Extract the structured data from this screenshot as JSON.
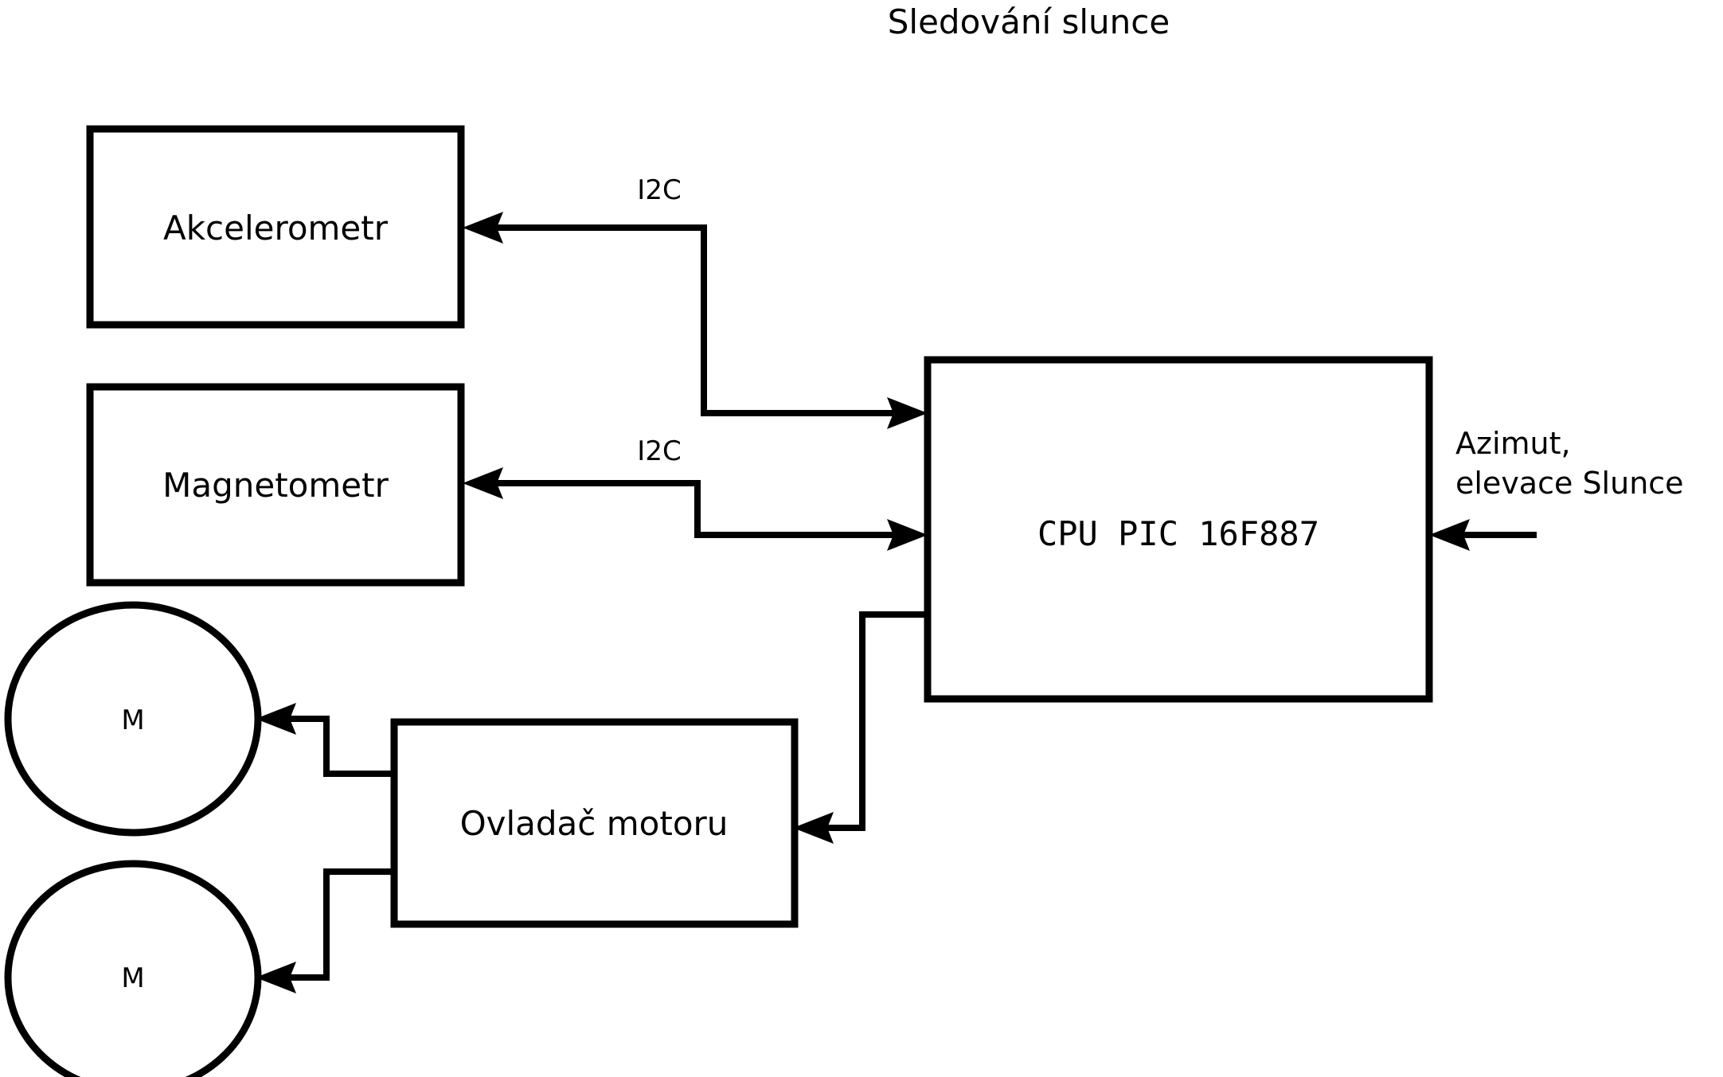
{
  "title": "Sledování slunce",
  "nodes": {
    "accelerometer": {
      "label": "Akcelerometr"
    },
    "magnetometer": {
      "label": "Magnetometr"
    },
    "cpu": {
      "label": "CPU PIC 16F887"
    },
    "motor_driver": {
      "label": "Ovladač motoru"
    },
    "motor_1": {
      "label": "M"
    },
    "motor_2": {
      "label": "M"
    }
  },
  "edge_labels": {
    "i2c_accelerometer": "I2C",
    "i2c_magnetometer": "I2C"
  },
  "annotations": {
    "sun_input_line1": "Azimut,",
    "sun_input_line2": "elevace Slunce"
  },
  "colors": {
    "background": "#ffffff",
    "stroke": "#000000",
    "text": "#000000"
  },
  "icons": {
    "arrow_left": "arrow-left-icon",
    "arrow_right": "arrow-right-icon"
  }
}
